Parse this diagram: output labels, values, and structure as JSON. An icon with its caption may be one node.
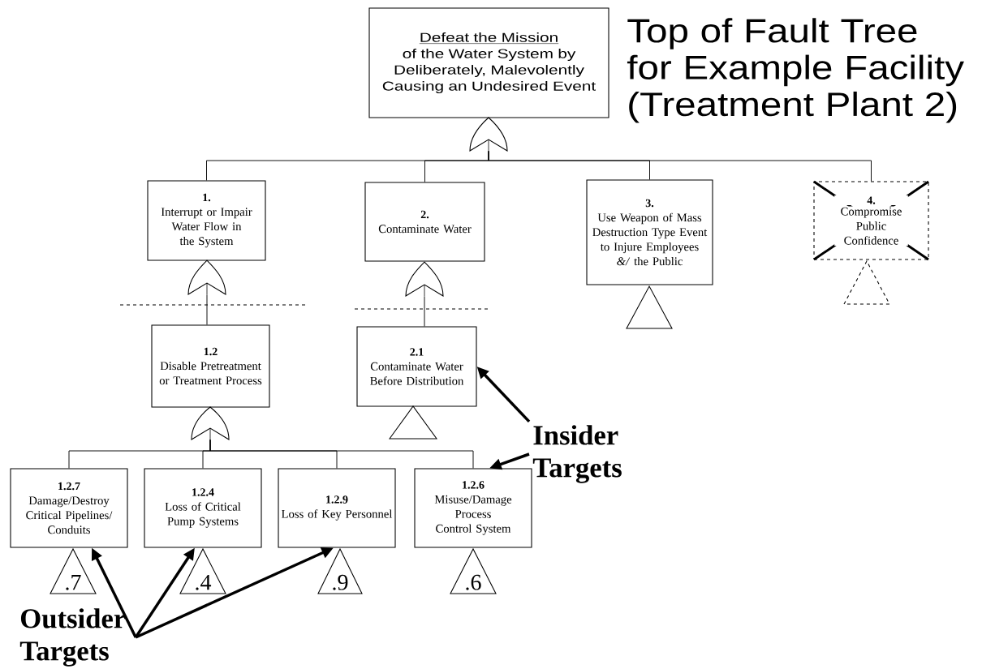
{
  "diagram": {
    "title": "Top of Fault Tree for Example Facility (Treatment Plant 2)",
    "nodes": [
      {
        "text": [
          "Defeat the Mission",
          "of the Water System by Deliberately, Malevolently Causing an Undesired Event"
        ]
      },
      {
        "text": [],
        "shape": "gate"
      },
      {
        "text": [
          "1.",
          "Interrupt or Impair Water Flow in the System"
        ]
      },
      {
        "text": [
          "2.",
          "Contaminate Water"
        ]
      },
      {
        "text": [
          "3.",
          "Use Weapon of Mass Destruction Type Event to Injure Employees *&/* the Public"
        ]
      },
      {
        "text": [
          "4.",
          "Compromise Public Confidence"
        ]
      },
      {
        "text": [],
        "shape": "gate"
      },
      {
        "text": [],
        "shape": "gate"
      },
      {
        "text": [],
        "shape": "triangle"
      },
      {
        "text": [],
        "shape": "triangle"
      },
      {
        "text": [
          "1.2",
          "Disable Pretreatment or Treatment Process"
        ]
      },
      {
        "text": [
          "2.1",
          "Contaminate Water Before Distribution"
        ]
      },
      {
        "text": [],
        "shape": "gate"
      },
      {
        "text": [],
        "shape": "triangle"
      },
      {
        "text": [
          "1.2.7",
          "Damage/Destroy Critical Pipelines/ Conduits"
        ]
      },
      {
        "text": [
          "1.2.4",
          "Loss of Critical Pump Systems"
        ]
      },
      {
        "text": [
          "1.2.9",
          "Loss of Key Personnel"
        ]
      },
      {
        "text": [
          "1.2.6",
          "Misuse/Damage Process Control System"
        ]
      },
      {
        "text": [
          ".7"
        ]
      },
      {
        "text": [
          ".4"
        ]
      },
      {
        "text": [
          ".9"
        ]
      },
      {
        "text": [
          ".6"
        ]
      },
      {
        "text": [
          "Insider Targets"
        ]
      },
      {
        "text": [
          "Outsider Targets"
        ]
      }
    ],
    "edges": [
      {
        "from": 1,
        "to": 2,
        "arrow": "none"
      },
      {
        "from": 1,
        "to": 3,
        "arrow": "none"
      },
      {
        "from": 1,
        "to": 4,
        "arrow": "none"
      },
      {
        "from": 1,
        "to": 5,
        "arrow": "none"
      },
      {
        "from": 6,
        "to": 10,
        "arrow": "none"
      },
      {
        "from": 7,
        "to": 11,
        "arrow": "none"
      },
      {
        "from": 12,
        "to": 14,
        "arrow": "none"
      },
      {
        "from": 12,
        "to": 15,
        "arrow": "none"
      },
      {
        "from": 12,
        "to": 16,
        "arrow": "none"
      },
      {
        "from": 12,
        "to": 17,
        "arrow": "none"
      },
      {
        "from": 22,
        "to": 11,
        "arrow": "to",
        "style": "thick"
      },
      {
        "from": 22,
        "to": 17,
        "arrow": "to",
        "style": "thick"
      },
      {
        "from": 23,
        "to": 14,
        "arrow": "to",
        "style": "thick"
      },
      {
        "from": 23,
        "to": 15,
        "arrow": "to",
        "style": "thick"
      },
      {
        "from": 23,
        "to": 16,
        "arrow": "to",
        "style": "thick"
      }
    ]
  }
}
